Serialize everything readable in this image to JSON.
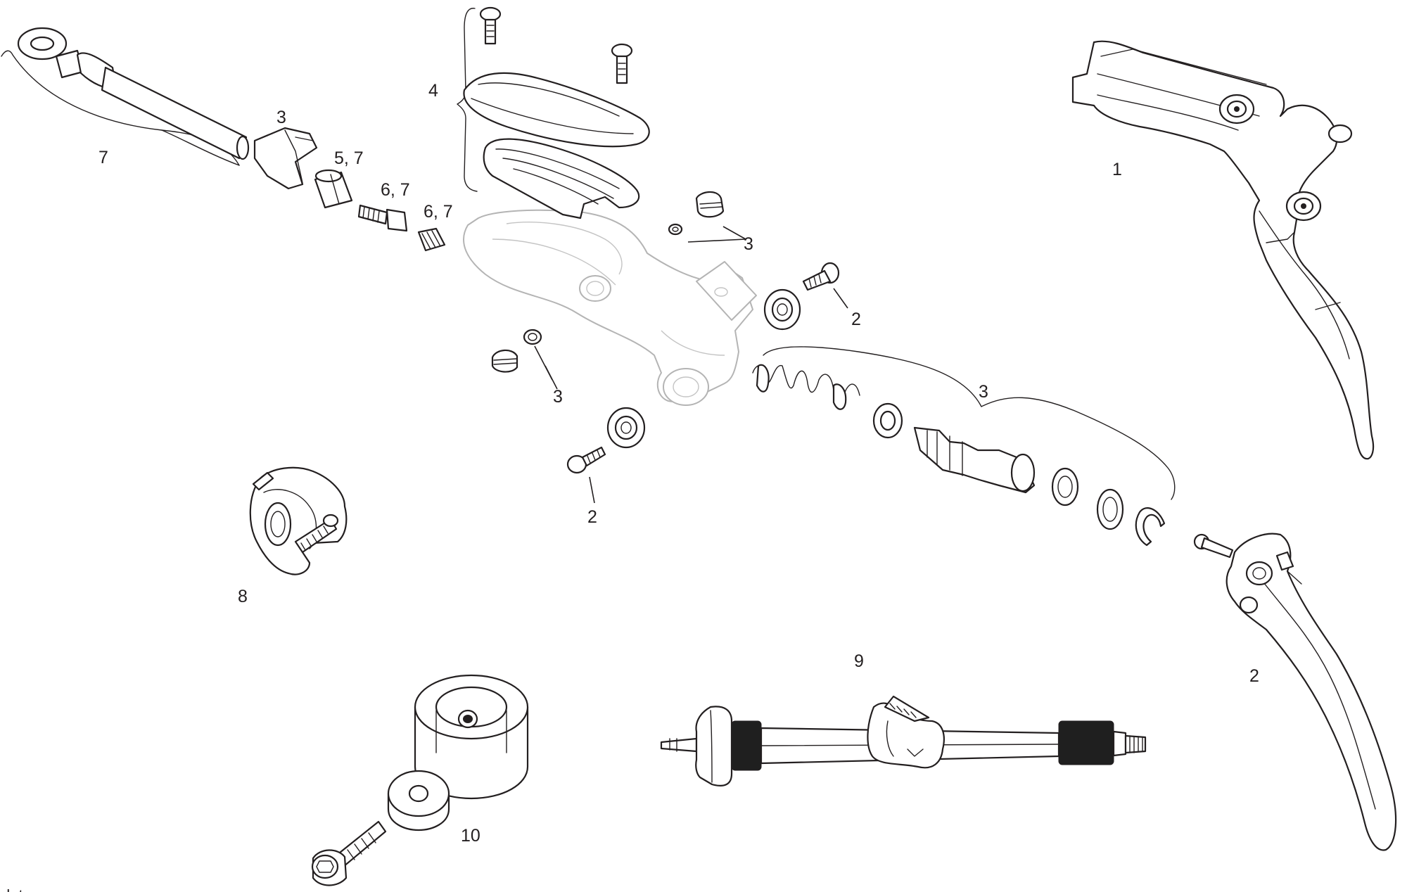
{
  "labels": {
    "hose": "7",
    "hose_barb": "3",
    "compression_fitting": "5, 7",
    "barb_tool_a": "6, 7",
    "barb_tool_b": "6, 7",
    "reservoir_cap_kit": "4",
    "lever_assembly": "1",
    "bleed_port_upper": "3",
    "bleed_port_lower": "3",
    "reach_screw_upper": "2",
    "reach_screw_lower": "2",
    "piston_kit": "3",
    "clamp": "8",
    "lever_blade": "2",
    "bleed_tool": "9",
    "press_tool": "10"
  },
  "footer": {
    "cut_text": "dates"
  }
}
